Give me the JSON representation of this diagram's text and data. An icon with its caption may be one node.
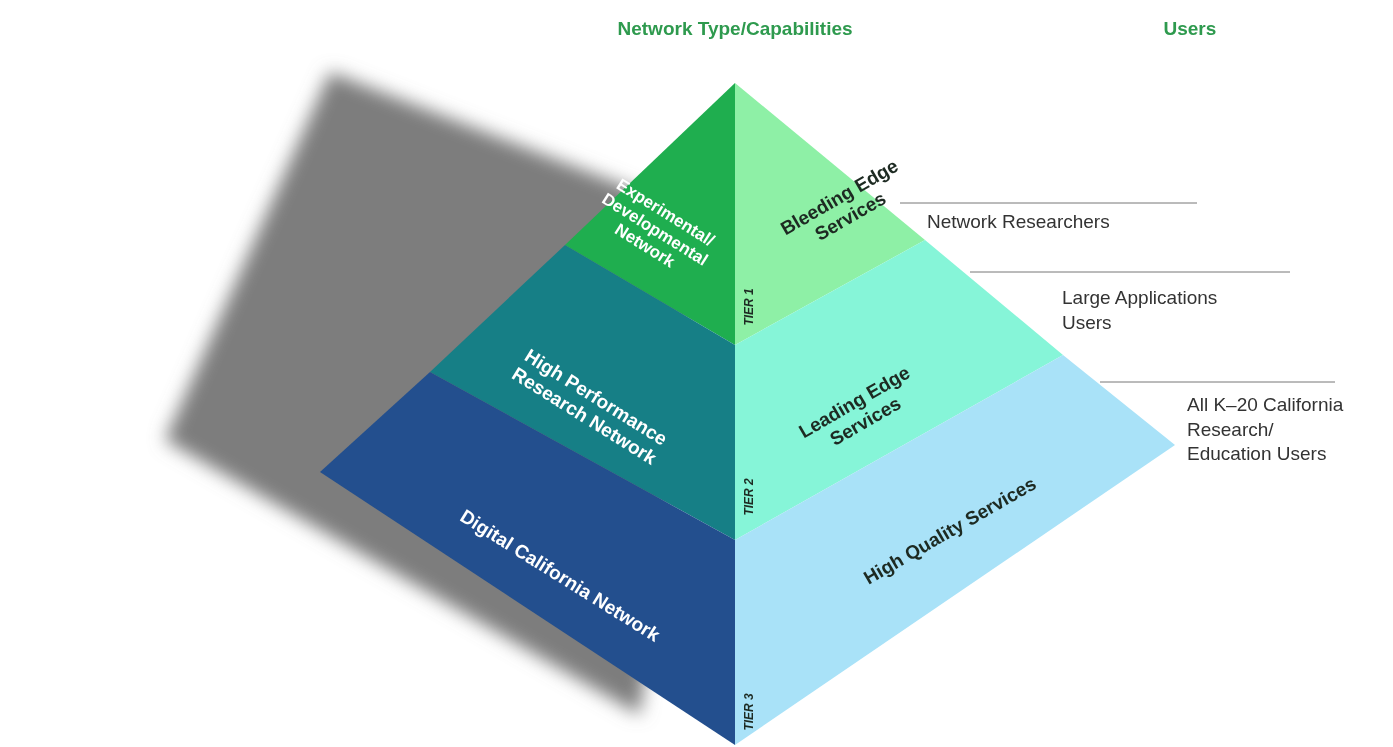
{
  "diagram": {
    "nodes": [
      {
        "text": [
          "Experimental/ Developmental Network"
        ]
      },
      {
        "text": [
          "High Performance Research Network"
        ]
      },
      {
        "text": [
          "Digital California Network"
        ]
      },
      {
        "text": [
          "Bleeding Edge Services",
          "TIER 1"
        ]
      },
      {
        "text": [
          "Leading Edge Services",
          "TIER 2"
        ]
      },
      {
        "text": [
          "High Quality Services",
          "TIER 3"
        ]
      }
    ],
    "labels": [
      "Network Type/Capabilities",
      "Users",
      "Network Researchers",
      "Large Applications Users",
      "All K–20 California Research/ Education Users"
    ]
  }
}
